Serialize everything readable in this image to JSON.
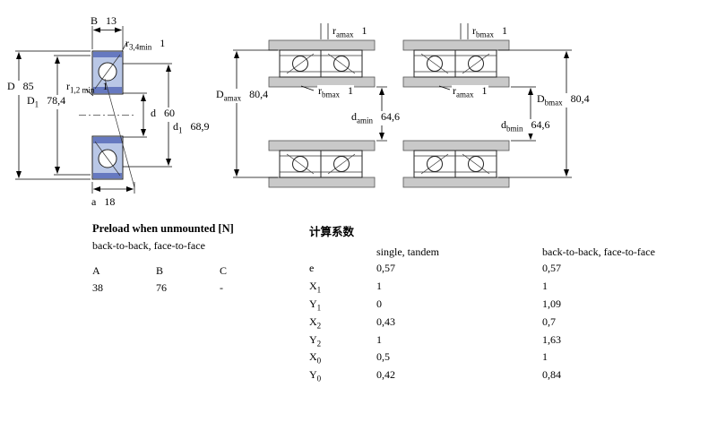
{
  "colors": {
    "bearing_fill": "#b9c7e6",
    "bearing_accent": "#6679c0",
    "housing_gray": "#c9c9c9",
    "line": "#000000"
  },
  "left_drawing": {
    "B": {
      "base": "B",
      "sub": "",
      "value": "13"
    },
    "r34": {
      "base": "r",
      "sub": "3,4min",
      "value": "1"
    },
    "D": {
      "base": "D",
      "sub": "",
      "value": "85"
    },
    "D1": {
      "base": "D",
      "sub": "1",
      "value": "78,4"
    },
    "r12": {
      "base": "r",
      "sub": "1,2 min",
      "value": "1"
    },
    "d": {
      "base": "d",
      "sub": "",
      "value": "60"
    },
    "d1": {
      "base": "d",
      "sub": "1",
      "value": "68,9"
    },
    "a": {
      "base": "a",
      "sub": "",
      "value": "18"
    }
  },
  "middle_drawing": {
    "ra": {
      "base": "r",
      "sub": "amax",
      "value": "1"
    },
    "Da": {
      "base": "D",
      "sub": "amax",
      "value": "80,4"
    },
    "rb": {
      "base": "r",
      "sub": "bmax",
      "value": "1"
    },
    "da": {
      "base": "d",
      "sub": "amin",
      "value": "64,6"
    }
  },
  "right_drawing": {
    "rb": {
      "base": "r",
      "sub": "bmax",
      "value": "1"
    },
    "ra": {
      "base": "r",
      "sub": "amax",
      "value": "1"
    },
    "Db": {
      "base": "D",
      "sub": "bmax",
      "value": "80,4"
    },
    "db": {
      "base": "d",
      "sub": "bmin",
      "value": "64,6"
    }
  },
  "preload": {
    "title": "Preload when unmounted [N]",
    "subtitle": "back-to-back, face-to-face",
    "col_a": "A",
    "col_b": "B",
    "col_c": "C",
    "val_a": "38",
    "val_b": "76",
    "val_c": "-"
  },
  "factors": {
    "title": "计算系数",
    "header_1": "single, tandem",
    "header_2": "back-to-back, face-to-face",
    "rows": [
      {
        "base": "e",
        "sub": "",
        "v1": "0,57",
        "v2": "0,57"
      },
      {
        "base": "X",
        "sub": "1",
        "v1": "1",
        "v2": "1"
      },
      {
        "base": "Y",
        "sub": "1",
        "v1": "0",
        "v2": "1,09"
      },
      {
        "base": "X",
        "sub": "2",
        "v1": "0,43",
        "v2": "0,7"
      },
      {
        "base": "Y",
        "sub": "2",
        "v1": "1",
        "v2": "1,63"
      },
      {
        "base": "X",
        "sub": "0",
        "v1": "0,5",
        "v2": "1"
      },
      {
        "base": "Y",
        "sub": "0",
        "v1": "0,42",
        "v2": "0,84"
      }
    ]
  }
}
